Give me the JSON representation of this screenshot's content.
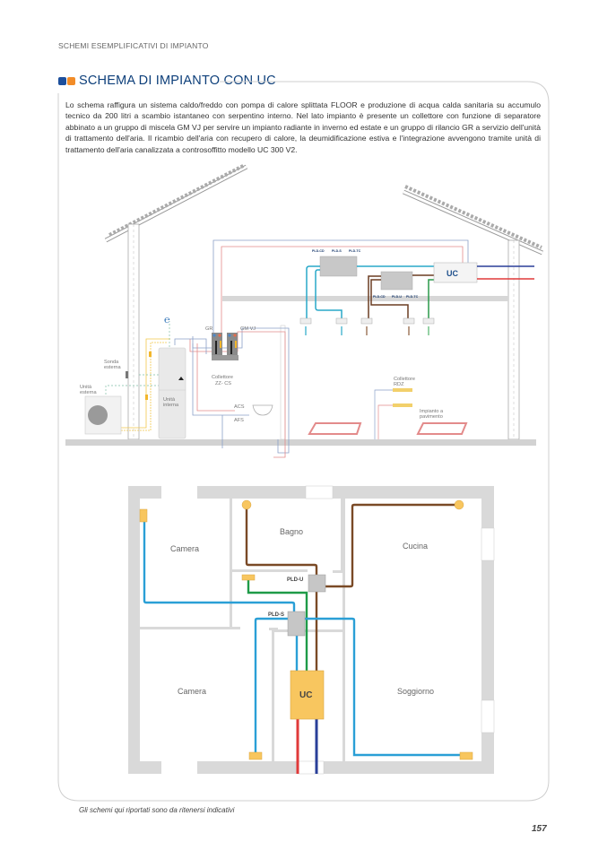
{
  "header": "SCHEMI ESEMPLIFICATIVI DI IMPIANTO",
  "title": "SCHEMA DI IMPIANTO CON UC",
  "colors": {
    "title": "#0d3f7a",
    "square_blue": "#1d4f9c",
    "square_orange": "#f28c28"
  },
  "description": "Lo schema raffigura un sistema caldo/freddo con pompa di calore splittata FLOOR e produzione di acqua calda sanitaria su accumulo tecnico da 200 litri a scambio istantaneo con serpentino interno. Nel lato impianto è presente un collettore con funzione di separatore abbinato a un gruppo di miscela GM VJ per servire un impianto radiante in inverno ed estate e un gruppo di rilancio GR a servizio dell'unità di trattamento dell'aria. Il ricambio dell'aria con recupero di calore, la deumidificazione estiva e l'integrazione avvengono tramite unità di trattamento dell'aria canalizzata a controsoffitto modello UC 300 V2.",
  "section": {
    "gr": "GR",
    "gmvj": "GM VJ",
    "collettore_zz": [
      "Collettore",
      "ZZ- CS"
    ],
    "sonda": [
      "Sonda",
      "esterna"
    ],
    "unita_esterna": [
      "Unità",
      "esterna"
    ],
    "unita_interna": [
      "Unità",
      "interna"
    ],
    "acs": "ACS",
    "afs": "AFS",
    "pld_top": [
      "PLD-CD",
      "PLD-S",
      "PLD-TC"
    ],
    "pld_bottom": [
      "PLD-CD",
      "PLD-U",
      "PLD-TC"
    ],
    "uc": "UC",
    "collettore_rdz": [
      "Collettore",
      "RDZ"
    ],
    "impianto": [
      "Impianto a",
      "pavimento"
    ]
  },
  "plan": {
    "rooms": [
      "Camera",
      "Bagno",
      "Cucina",
      "Camera",
      "Soggiorno"
    ],
    "pld_u": "PLD-U",
    "pld_s": "PLD-S",
    "uc": "UC"
  },
  "footnote": "Gli schemi qui riportati sono da ritenersi indicativi",
  "page_number": "157"
}
